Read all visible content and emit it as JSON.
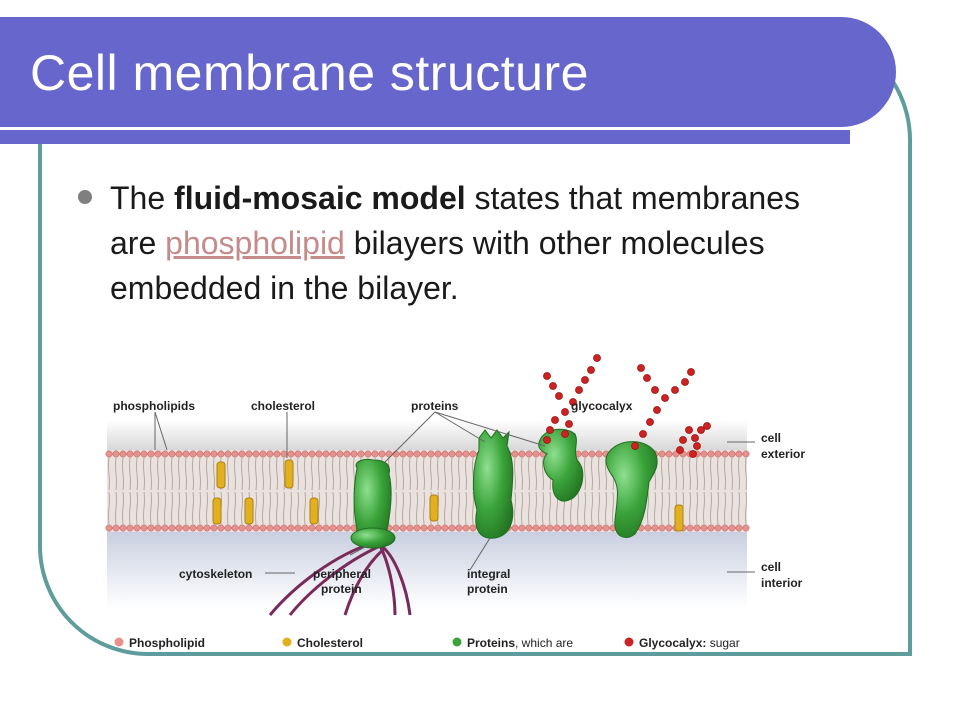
{
  "slide": {
    "title": "Cell membrane structure",
    "bullet": {
      "part1": "The ",
      "bold": "fluid-mosaic model",
      "part2": " states that membranes are ",
      "link": "phospholipid",
      "part3": " bilayers with other molecules embedded in the bilayer."
    }
  },
  "figure": {
    "labels": {
      "phospholipids": "phospholipids",
      "cholesterol": "cholesterol",
      "proteins": "proteins",
      "glycocalyx": "glycocalyx",
      "cell_exterior_1": "cell",
      "cell_exterior_2": "exterior",
      "cell_interior_1": "cell",
      "cell_interior_2": "interior",
      "cytoskeleton": "cytoskeleton",
      "peripheral_1": "peripheral",
      "peripheral_2": "protein",
      "integral_1": "integral",
      "integral_2": "protein"
    },
    "legend": {
      "phospholipid": "Phospholipid",
      "cholesterol": "Cholesterol",
      "proteins_bold": "Proteins",
      "proteins_rest": ", which are",
      "glycocalyx_bold": "Glycocalyx:",
      "glycocalyx_rest": " sugar"
    }
  },
  "colors": {
    "title_bar": "#6666cc",
    "frame": "#5f9c9c",
    "phospholipid": "#e8908c",
    "cholesterol": "#e0b020",
    "protein": "#3aa33a",
    "glycocalyx": "#cc2222",
    "cytoskeleton": "#7a2a5a"
  }
}
